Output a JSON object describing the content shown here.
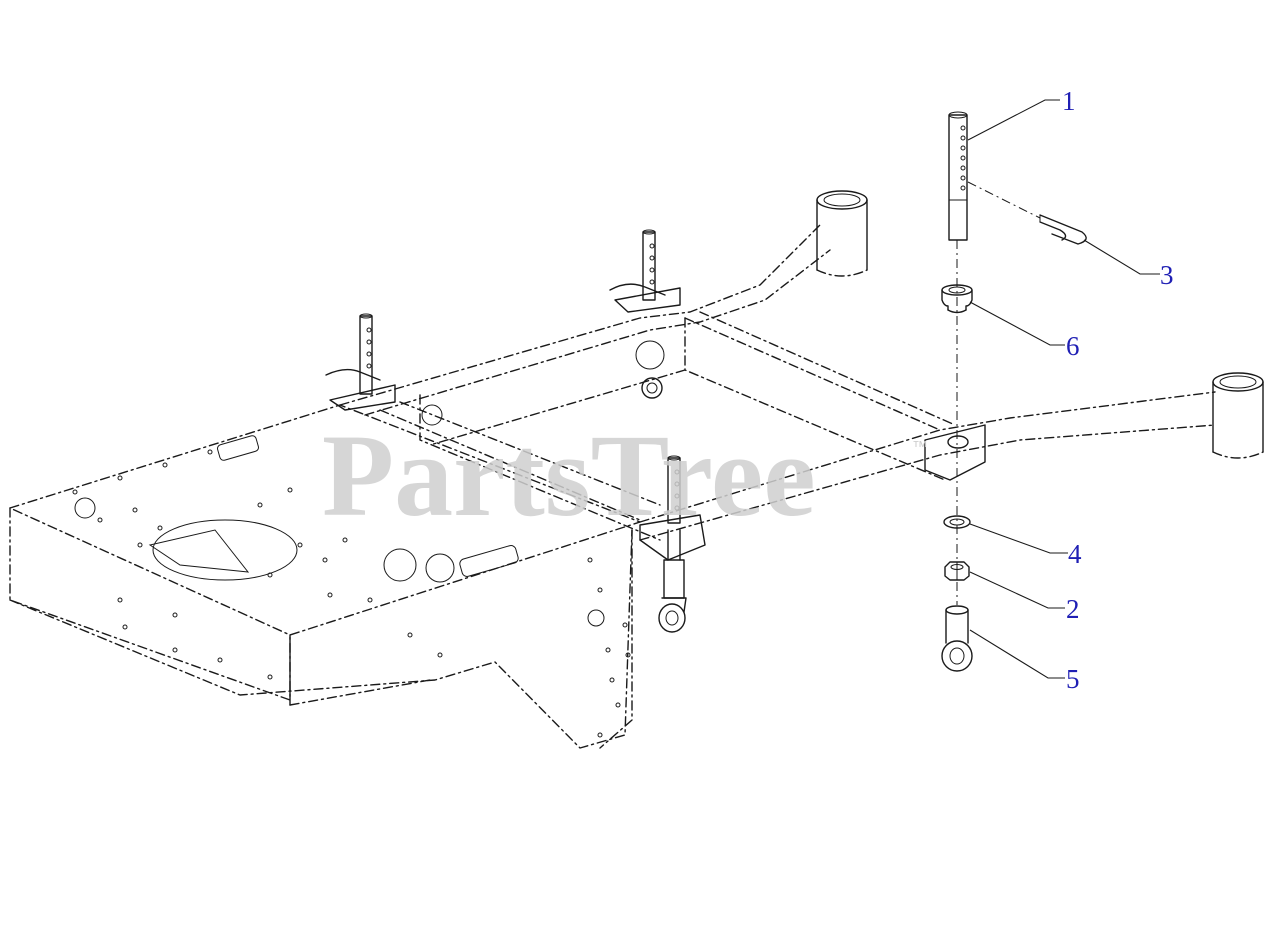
{
  "watermark": {
    "text": "PartsTree",
    "trademark": "™"
  },
  "callouts": [
    {
      "id": "1",
      "label": "1"
    },
    {
      "id": "2",
      "label": "2"
    },
    {
      "id": "3",
      "label": "3"
    },
    {
      "id": "4",
      "label": "4"
    },
    {
      "id": "5",
      "label": "5"
    },
    {
      "id": "6",
      "label": "6"
    }
  ],
  "colors": {
    "callout": "#1f1fb4",
    "line": "#1a1a1a",
    "watermark": "#cfcfcf"
  }
}
